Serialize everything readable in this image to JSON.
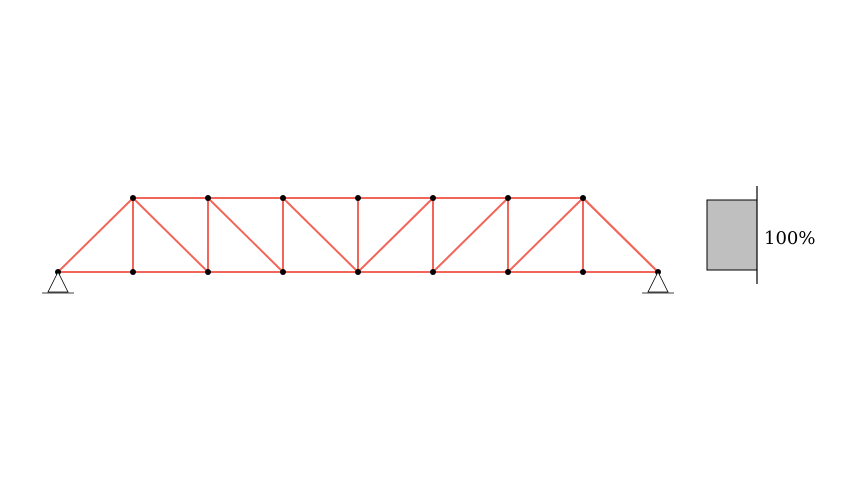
{
  "diagram": {
    "colors": {
      "member": "#f2665a",
      "node": "#000000",
      "bar_fill": "#bfbfbf"
    },
    "bottom_chord_nodes": 9,
    "top_chord_nodes": 7,
    "members": {
      "count": 29,
      "description_note": ""
    },
    "supports": [
      {
        "type": "pin",
        "at": "left"
      },
      {
        "type": "pin",
        "at": "right"
      }
    ]
  },
  "indicator": {
    "label": "100%",
    "fraction": 1.0
  }
}
